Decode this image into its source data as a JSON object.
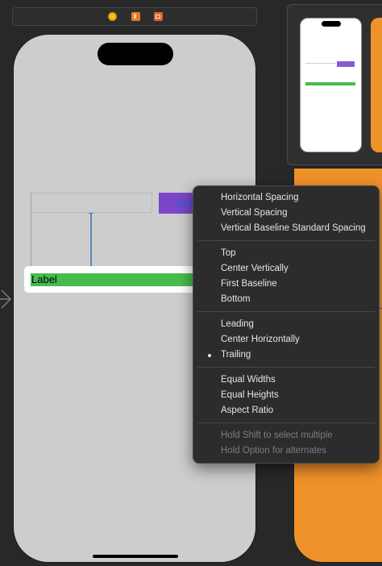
{
  "canvas": {
    "main_scene": {
      "button_text": "Button",
      "label_text": "Label"
    }
  },
  "context_menu": {
    "groups": [
      [
        {
          "label": "Horizontal Spacing"
        },
        {
          "label": "Vertical Spacing"
        },
        {
          "label": "Vertical Baseline Standard Spacing"
        }
      ],
      [
        {
          "label": "Top"
        },
        {
          "label": "Center Vertically"
        },
        {
          "label": "First Baseline"
        },
        {
          "label": "Bottom"
        }
      ],
      [
        {
          "label": "Leading"
        },
        {
          "label": "Center Horizontally"
        },
        {
          "label": "Trailing",
          "checked": true
        }
      ],
      [
        {
          "label": "Equal Widths"
        },
        {
          "label": "Equal Heights"
        },
        {
          "label": "Aspect Ratio"
        }
      ],
      [
        {
          "label": "Hold Shift to select multiple",
          "disabled": true
        },
        {
          "label": "Hold Option for alternates",
          "disabled": true
        }
      ]
    ]
  },
  "colors": {
    "canvas_bg": "#282828",
    "device_bg": "#cdcdcd",
    "button_bg": "#7b47c8",
    "button_text": "#2f5fdc",
    "label_bg": "#47bb4e",
    "second_scene_bg": "#f0922a",
    "menu_bg": "#2c2c2c",
    "menu_text": "#e6e6e6",
    "menu_disabled_text": "#7d7d7d",
    "constraint_blue": "#5b87b8"
  },
  "icons": {
    "scene_dock": [
      "view-controller-icon",
      "first-responder-icon",
      "exit-icon"
    ],
    "entry": "storyboard-entry-arrow-icon"
  }
}
